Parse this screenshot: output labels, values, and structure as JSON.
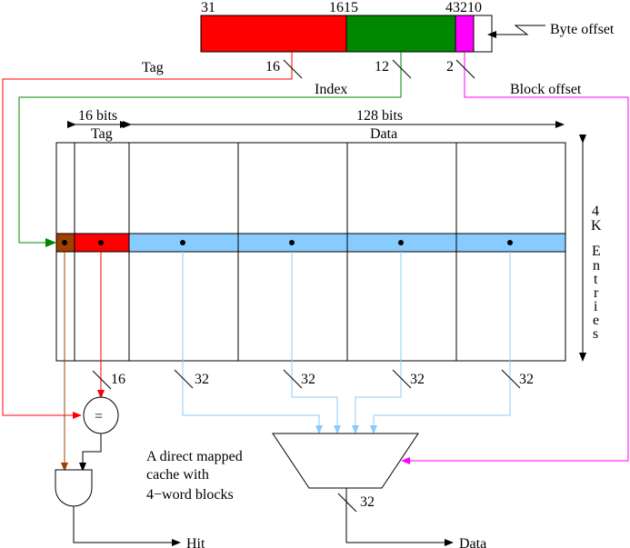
{
  "address": {
    "bit_labels": [
      "31",
      "1615",
      "43210"
    ],
    "fields": [
      {
        "name": "tag",
        "color": "#ff0000"
      },
      {
        "name": "index",
        "color": "#008800"
      },
      {
        "name": "block_offset",
        "color": "#ff00ff"
      },
      {
        "name": "byte_offset",
        "color": "#ffffff"
      }
    ],
    "byte_offset_label": "Byte offset",
    "tag_label": "Tag",
    "tag_width": "16",
    "index_label": "Index",
    "index_width": "12",
    "block_offset_label": "Block offset",
    "block_offset_width": "2"
  },
  "cache": {
    "tag_header_bits": "16 bits",
    "tag_header": "Tag",
    "data_header_bits": "128 bits",
    "data_header": "Data",
    "entries_label": [
      "4",
      "K",
      "",
      "E",
      "n",
      "t",
      "r",
      "i",
      "e",
      "s"
    ],
    "valid_color": "#a04000",
    "tag_color": "#ff0000",
    "data_color": "#88ccff"
  },
  "buses": {
    "tag_out_width": "16",
    "word_widths": [
      "32",
      "32",
      "32",
      "32"
    ],
    "mux_out_width": "32"
  },
  "logic": {
    "comparator_symbol": "=",
    "caption": [
      "A direct mapped",
      "cache with",
      "4−word blocks"
    ],
    "hit_label": "Hit",
    "data_label": "Data"
  }
}
